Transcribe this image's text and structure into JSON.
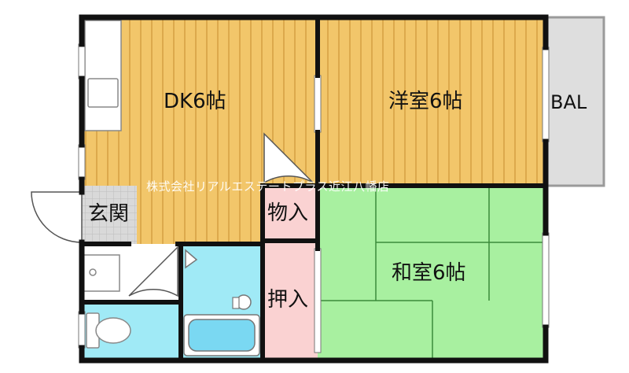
{
  "rooms": {
    "dk": "DK6帖",
    "western": "洋室6帖",
    "japanese": "和室6帖",
    "entrance": "玄関",
    "storage": "物入",
    "closet": "押入",
    "balcony": "BAL"
  },
  "watermark": "株式会社リアルエステートプラス近江八幡店",
  "colors": {
    "wood": "#f2c66a",
    "wood_stripe": "#dca94c",
    "tatami": "#a8f0a0",
    "tatami_line": "#3a8a3a",
    "tile": "#cfcfcf",
    "wet": "#a0eaf6",
    "closet": "#fad2d2",
    "balcony": "#dedede",
    "wall": "#111111"
  },
  "icons": {
    "sink": "kitchen-sink-icon",
    "toilet": "toilet-icon",
    "bathtub": "bathtub-icon",
    "washbasin": "washbasin-icon"
  }
}
